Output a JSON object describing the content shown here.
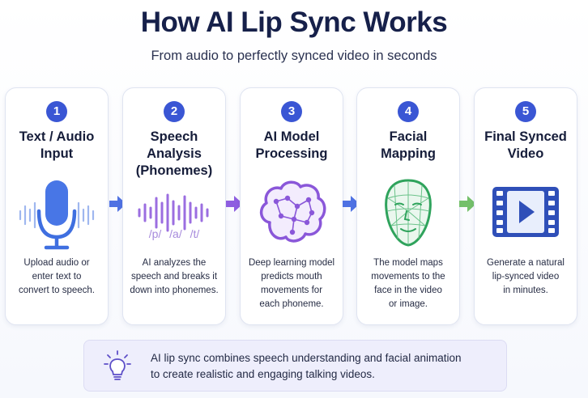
{
  "header": {
    "title": "How AI Lip Sync Works",
    "subtitle": "From audio to perfectly synced video in seconds"
  },
  "steps": [
    {
      "number": "1",
      "title_lines": [
        "Text / Audio",
        "Input"
      ],
      "icon": "microphone-icon",
      "description_lines": [
        "Upload audio or",
        "enter text to",
        "convert to speech."
      ]
    },
    {
      "number": "2",
      "title_lines": [
        "Speech",
        "Analysis",
        "(Phonemes)"
      ],
      "icon": "waveform-icon",
      "phonemes": "/p/ /a/ /t/",
      "description_lines": [
        "AI analyzes the",
        "speech and breaks it",
        "down into phonemes."
      ]
    },
    {
      "number": "3",
      "title_lines": [
        "AI Model",
        "Processing"
      ],
      "icon": "brain-network-icon",
      "description_lines": [
        "Deep learning model",
        "predicts mouth",
        "movements for",
        "each phoneme."
      ]
    },
    {
      "number": "4",
      "title_lines": [
        "Facial",
        "Mapping"
      ],
      "icon": "face-mesh-icon",
      "description_lines": [
        "The model maps",
        "movements to the",
        "face in the video",
        "or image."
      ]
    },
    {
      "number": "5",
      "title_lines": [
        "Final Synced",
        "Video"
      ],
      "icon": "video-play-icon",
      "description_lines": [
        "Generate a natural",
        "lip-synced video",
        "in minutes."
      ]
    }
  ],
  "note": {
    "icon": "lightbulb-icon",
    "lines": [
      "AI lip sync combines speech understanding and facial animation",
      "to create realistic and engaging talking videos."
    ]
  },
  "colors": {
    "title": "#16204a",
    "badge": "#3a56d4",
    "mic": "#3f6fe0",
    "wave": "#9b6ee0",
    "brain": "#8a57d9",
    "face": "#2fa35c",
    "video": "#2f4fb8",
    "arrow_blue": "#4f72e3",
    "arrow_purple": "#8e5ee0",
    "arrow_green": "#74c06a",
    "note_bg": "#eeeefc"
  }
}
